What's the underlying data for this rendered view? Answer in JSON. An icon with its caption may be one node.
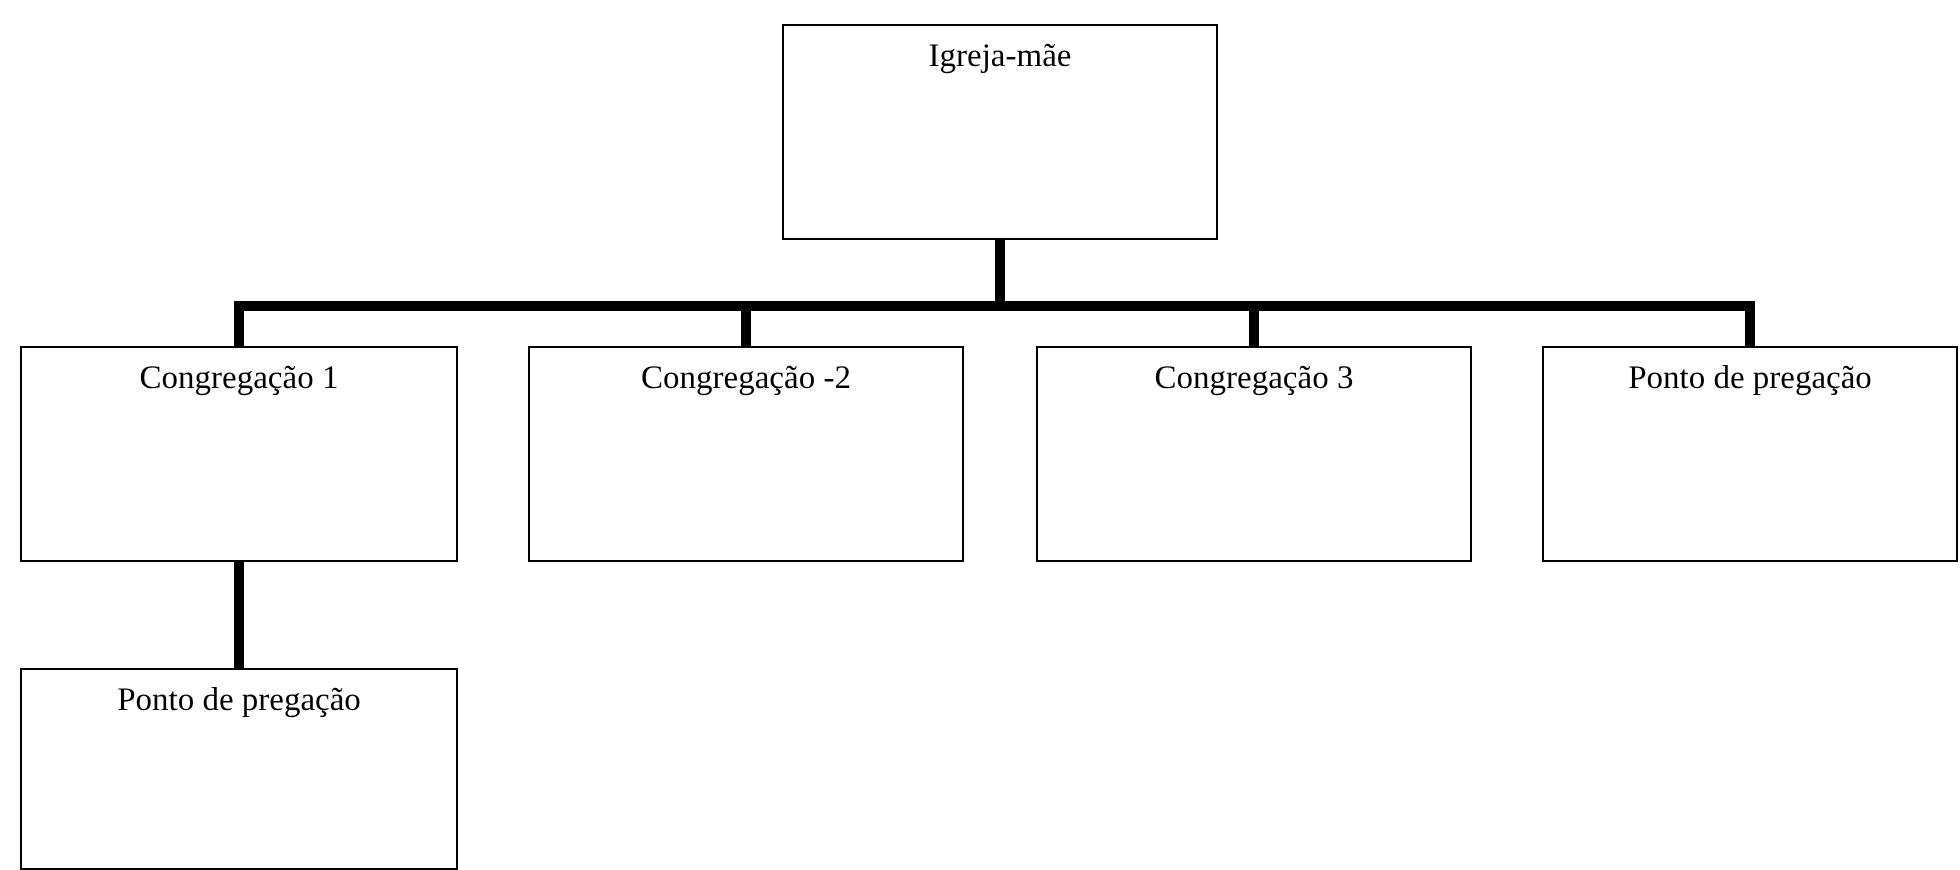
{
  "diagram": {
    "nodes": [
      {
        "text": [
          "Igreja-mãe"
        ]
      },
      {
        "text": [
          "Congregação 1"
        ]
      },
      {
        "text": [
          "Congregação -2"
        ]
      },
      {
        "text": [
          "Congregação 3"
        ]
      },
      {
        "text": [
          "Ponto de pregação"
        ]
      },
      {
        "text": [
          "Ponto de pregação"
        ]
      }
    ],
    "edges": [
      {
        "from": 0,
        "to": 1,
        "arrow": "none"
      },
      {
        "from": 0,
        "to": 2,
        "arrow": "none"
      },
      {
        "from": 0,
        "to": 3,
        "arrow": "none"
      },
      {
        "from": 0,
        "to": 4,
        "arrow": "none"
      },
      {
        "from": 1,
        "to": 5,
        "arrow": "none"
      }
    ]
  }
}
